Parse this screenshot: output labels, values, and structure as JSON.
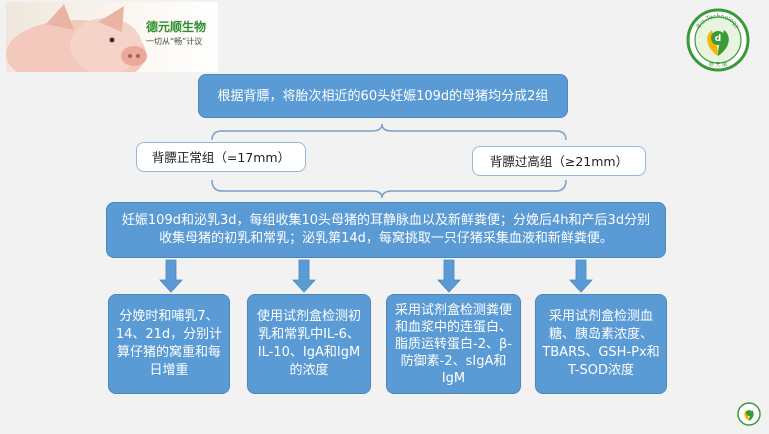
{
  "brand": {
    "name": "德元顺生物",
    "slogan": "一切从“畅”计议",
    "seal_ring_text": "Bio-Technology",
    "seal_bottom_text": "德 元 顺"
  },
  "diagram": {
    "top": "根据背膘，将胎次相近的60头妊娠109d的母猪均分成2组",
    "group_left": "背膘正常组（=17mm）",
    "group_right": "背膘过高组（≥21mm）",
    "sampling": "妊娠109d和泌乳3d，每组收集10头母猪的耳静脉血以及新鲜粪便；分娩后4h和产后3d分别收集母猪的初乳和常乳；泌乳第14d，每窝挑取一只仔猪采集血液和新鲜粪便。",
    "outcomes": [
      "分娩时和哺乳7、14、21d，分别计算仔猪的窝重和每日增重",
      "使用试剂盒检测初乳和常乳中IL-6、IL-10、IgA和IgM的浓度",
      "采用试剂盒检测粪便和血浆中的连蛋白、脂质运转蛋白-2、β-防御素-2、sIgA和IgM",
      "采用试剂盒检测血糖、胰岛素浓度、TBARS、GSH-Px和T-SOD浓度"
    ]
  },
  "colors": {
    "box_fill": "#5b9bd5",
    "box_border": "#4a86bf",
    "light_box_border": "#9ab6d6",
    "background": "#f2f2f2",
    "brand_green": "#2f8f2f"
  }
}
